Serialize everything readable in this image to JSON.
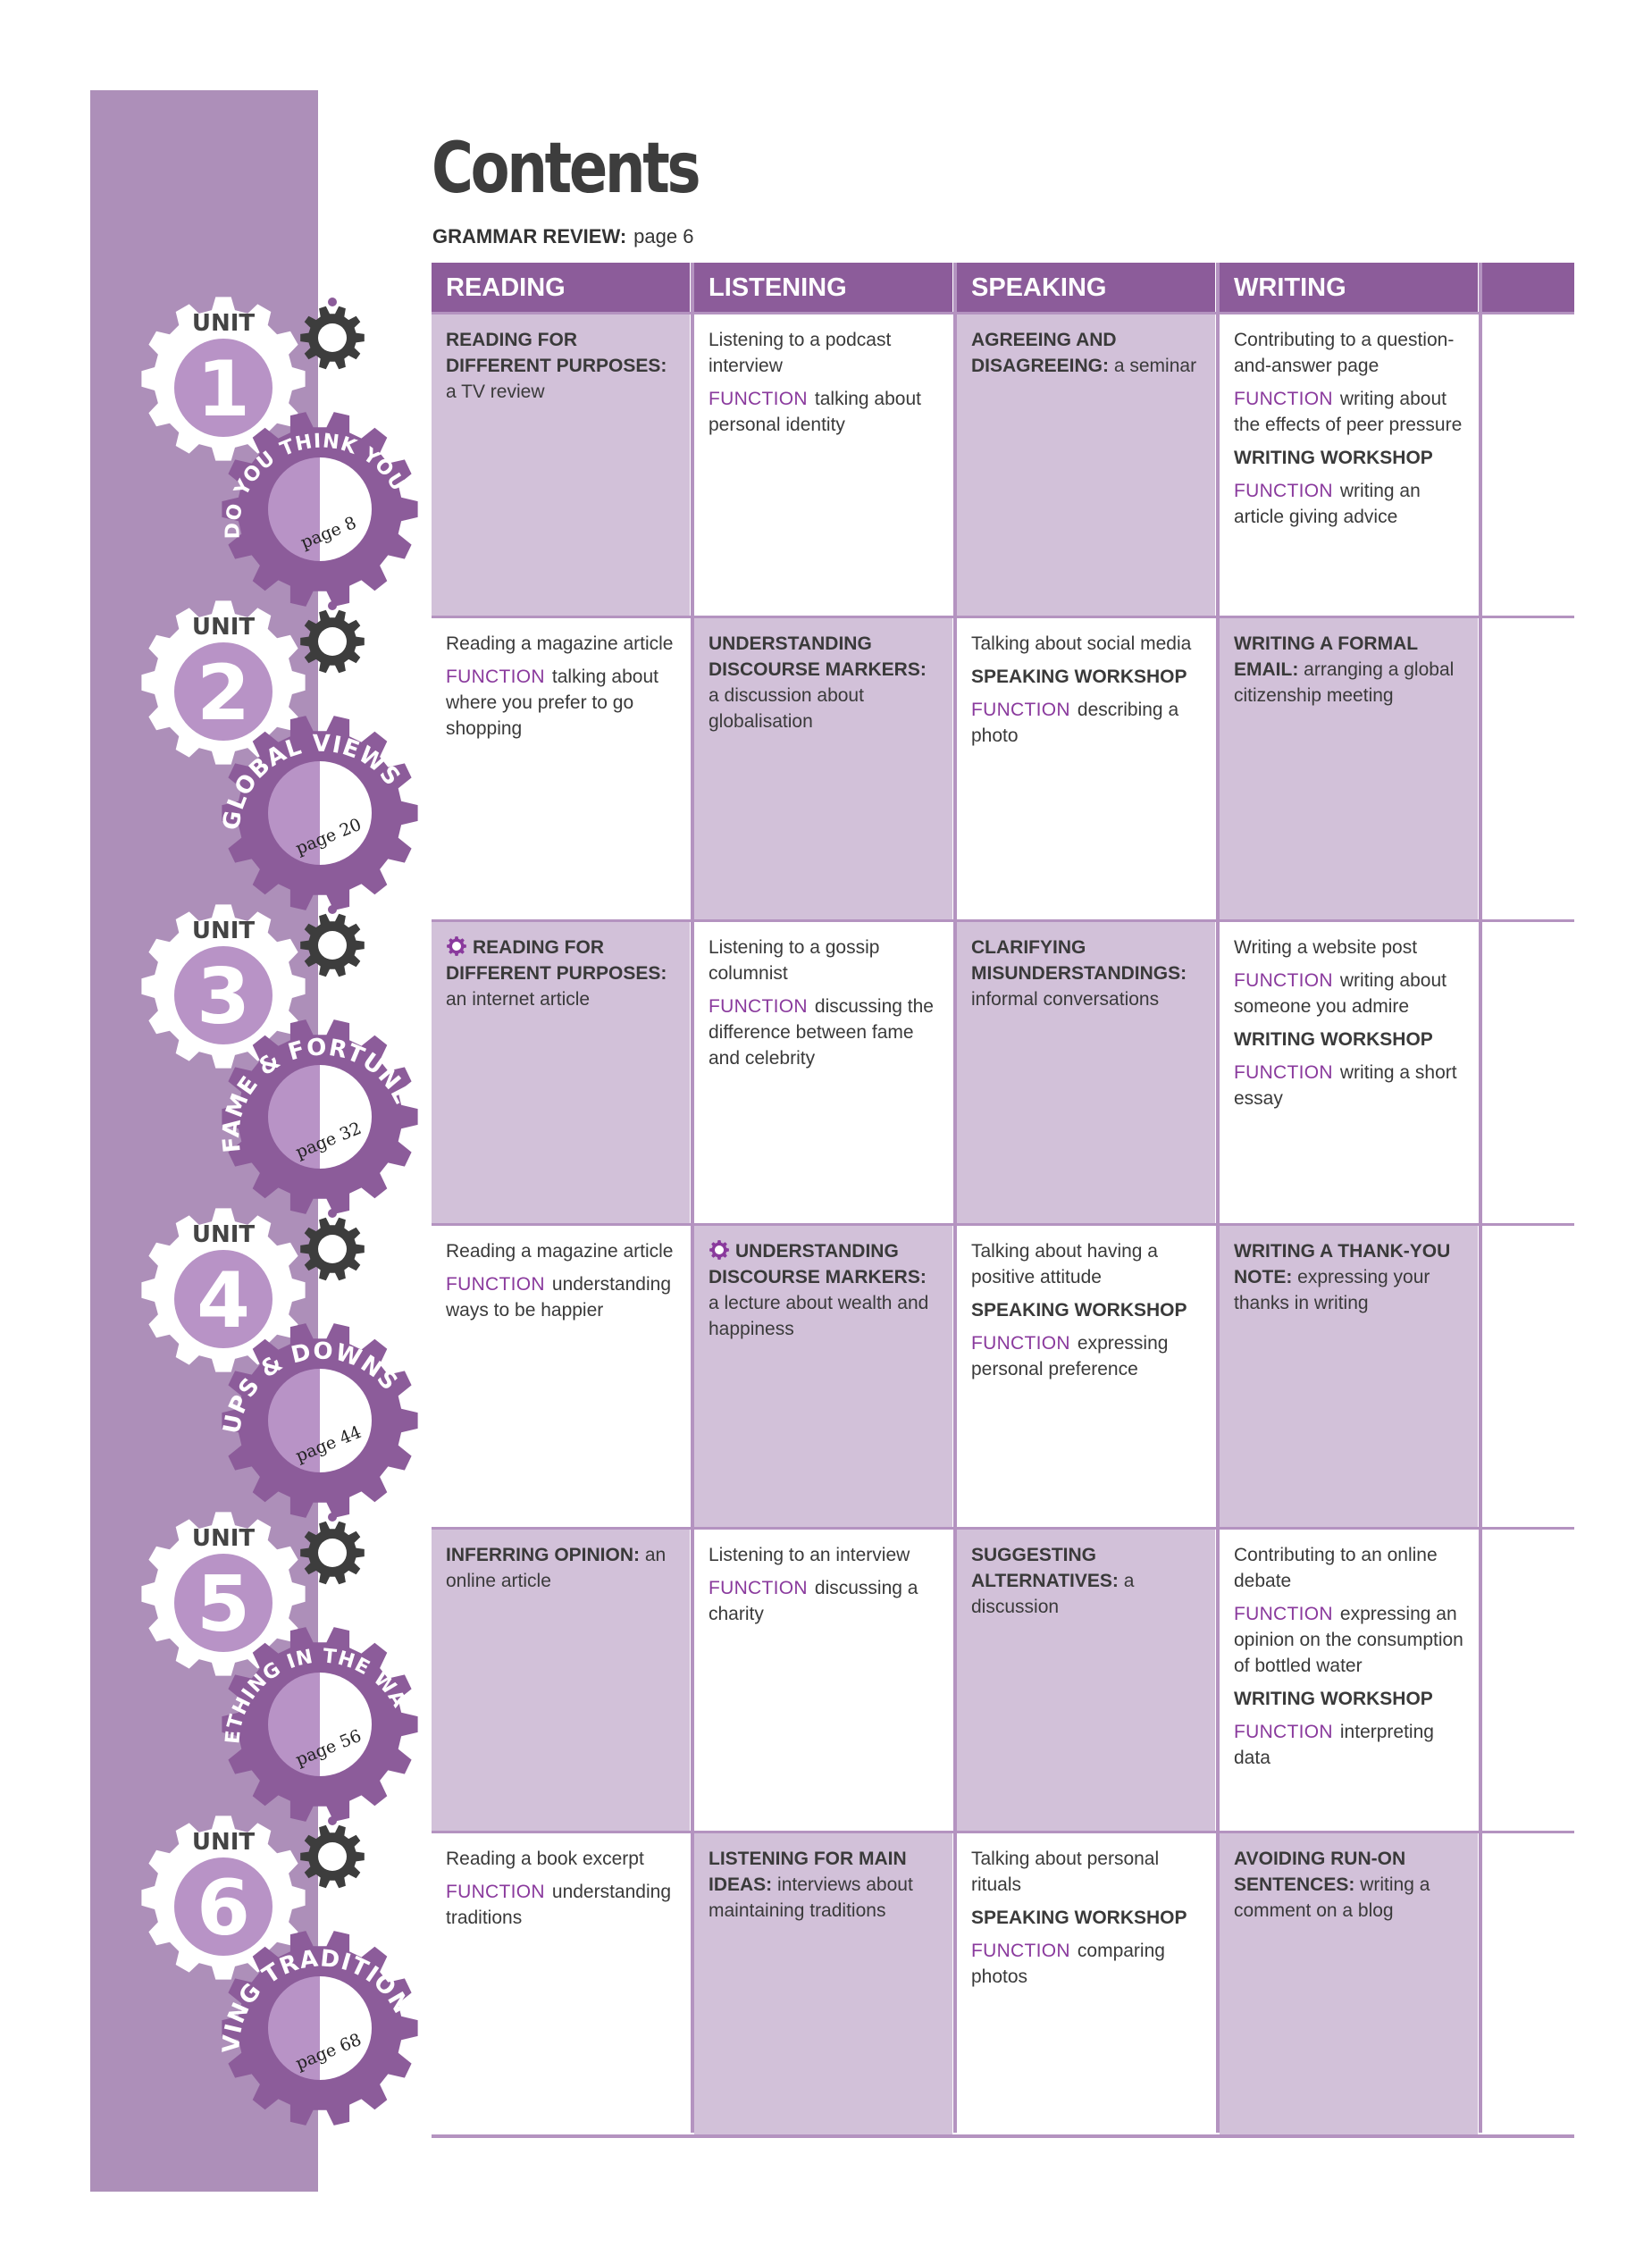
{
  "title": "Contents",
  "grammar_review": {
    "label": "GRAMMAR REVIEW:",
    "page": "page 6"
  },
  "headers": [
    "READING",
    "LISTENING",
    "SPEAKING",
    "WRITING"
  ],
  "function_label": "FUNCTION",
  "unit_label": "UNIT",
  "colors": {
    "sidebar": "#ad8fb9",
    "header": "#8c5c9a",
    "shade": "#d2c1d9",
    "accent": "#8a3a9d",
    "gear_light": "#b893c6",
    "gear_dark": "#8c5c9a",
    "cog": "#3d3d3d"
  },
  "units": [
    {
      "number": "1",
      "name": "WHO DO YOU THINK YOU ARE?",
      "page": "page 8",
      "reading": {
        "title": "READING FOR DIFFERENT PURPOSES:",
        "desc": "a TV review"
      },
      "listening": {
        "text": "Listening to a podcast interview",
        "function": "talking about personal identity"
      },
      "speaking": {
        "title": "AGREEING AND DISAGREEING:",
        "desc": "a seminar"
      },
      "writing": {
        "text": "Contributing to a question-and-answer page",
        "function": "writing about the effects of peer pressure",
        "workshop": "WRITING WORKSHOP",
        "workshop_function": "writing an article giving advice"
      }
    },
    {
      "number": "2",
      "name": "GLOBAL VIEWS",
      "page": "page 20",
      "reading": {
        "text": "Reading a magazine article",
        "function": "talking about where you prefer to go shopping"
      },
      "listening": {
        "title": "UNDERSTANDING DISCOURSE MARKERS:",
        "desc": "a discussion about globalisation"
      },
      "speaking": {
        "text": "Talking about social media",
        "workshop": "SPEAKING WORKSHOP",
        "workshop_function": "describing a photo"
      },
      "writing": {
        "title": "WRITING A FORMAL EMAIL:",
        "desc": "arranging a global citizenship meeting"
      }
    },
    {
      "number": "3",
      "name": "FAME & FORTUNE",
      "page": "page 32",
      "reading": {
        "title": "READING FOR DIFFERENT PURPOSES:",
        "desc": "an internet article"
      },
      "listening": {
        "text": "Listening to a gossip columnist",
        "function": "discussing the difference between fame and celebrity"
      },
      "speaking": {
        "title": "CLARIFYING MISUNDERSTANDINGS:",
        "desc": "informal conversations"
      },
      "writing": {
        "text": "Writing a website post",
        "function": "writing about someone you admire",
        "workshop": "WRITING WORKSHOP",
        "workshop_function": "writing a short essay"
      }
    },
    {
      "number": "4",
      "name": "UPS & DOWNS",
      "page": "page 44",
      "reading": {
        "text": "Reading a magazine article",
        "function": "understanding ways to be happier"
      },
      "listening": {
        "title": "UNDERSTANDING DISCOURSE MARKERS:",
        "desc": "a lecture about wealth and happiness"
      },
      "speaking": {
        "text": "Talking about having a positive attitude",
        "workshop": "SPEAKING WORKSHOP",
        "workshop_function": "expressing personal preference"
      },
      "writing": {
        "title": "WRITING A THANK-YOU NOTE:",
        "desc": "expressing your thanks in writing"
      }
    },
    {
      "number": "5",
      "name": "SOMETHING IN THE WATER",
      "page": "page 56",
      "reading": {
        "title": "INFERRING OPINION:",
        "desc": "an online article"
      },
      "listening": {
        "text": "Listening to an interview",
        "function": "discussing a charity"
      },
      "speaking": {
        "title": "SUGGESTING ALTERNATIVES:",
        "desc": "a discussion"
      },
      "writing": {
        "text": "Contributing to an online debate",
        "function": "expressing an opinion on the consumption of bottled water",
        "workshop": "WRITING WORKSHOP",
        "workshop_function": "interpreting data"
      }
    },
    {
      "number": "6",
      "name": "LIVING TRADITIONS",
      "page": "page 68",
      "reading": {
        "text": "Reading a book excerpt",
        "function": "understanding traditions"
      },
      "listening": {
        "title": "LISTENING FOR MAIN IDEAS:",
        "desc": "interviews about maintaining traditions"
      },
      "speaking": {
        "text": "Talking about personal rituals",
        "workshop": "SPEAKING WORKSHOP",
        "workshop_function": "comparing photos"
      },
      "writing": {
        "title": "AVOIDING RUN-ON SENTENCES:",
        "desc": "writing a comment on a blog"
      }
    }
  ]
}
